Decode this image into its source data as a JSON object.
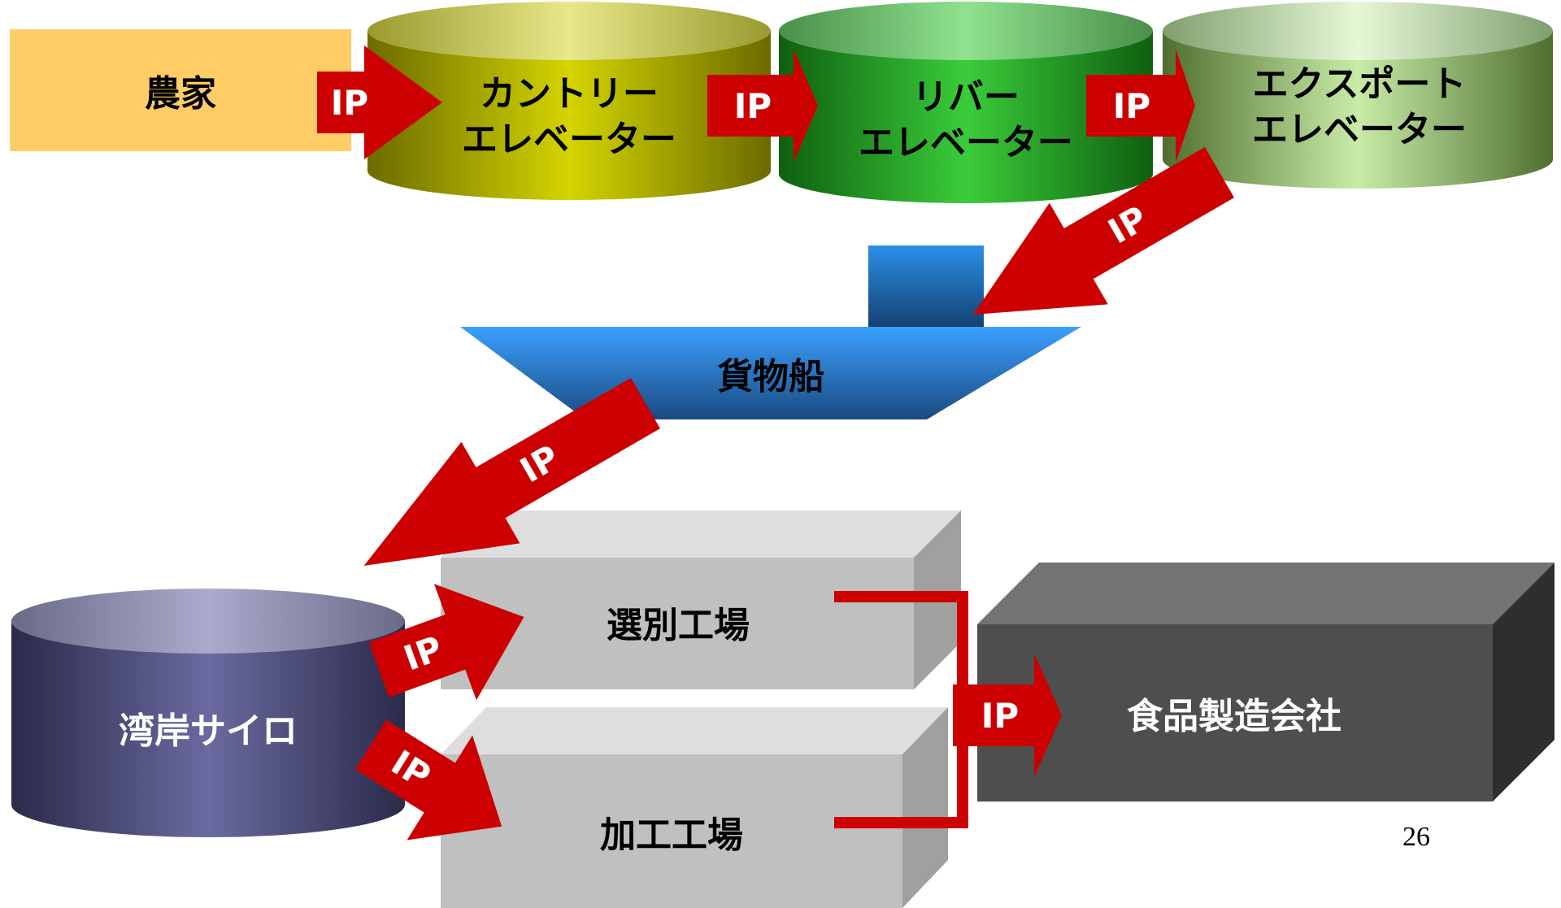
{
  "nodes": {
    "farmer": "農家",
    "country_elevator": [
      "カントリー",
      "エレベーター"
    ],
    "river_elevator": [
      "リバー",
      "エレベーター"
    ],
    "export_elevator": [
      "エクスポート",
      "エレベーター"
    ],
    "cargo_ship": "貨物船",
    "port_silo": "湾岸サイロ",
    "sorting_plant": "選別工場",
    "processing_plant": "加工工場",
    "food_manufacturer": "食品製造会社"
  },
  "ip_label": "IP",
  "page_number": "26",
  "colors": {
    "arrow": "#cc0000",
    "farmer_box": "#ffcc66",
    "country_elevator": "#c8c800",
    "river_elevator": "#33bb33",
    "export_elevator": "#a8d880",
    "ship": "#2f8fe8",
    "silo": "#5a5a8a",
    "plant": "#c0c0c0",
    "manufacturer": "#505050"
  }
}
